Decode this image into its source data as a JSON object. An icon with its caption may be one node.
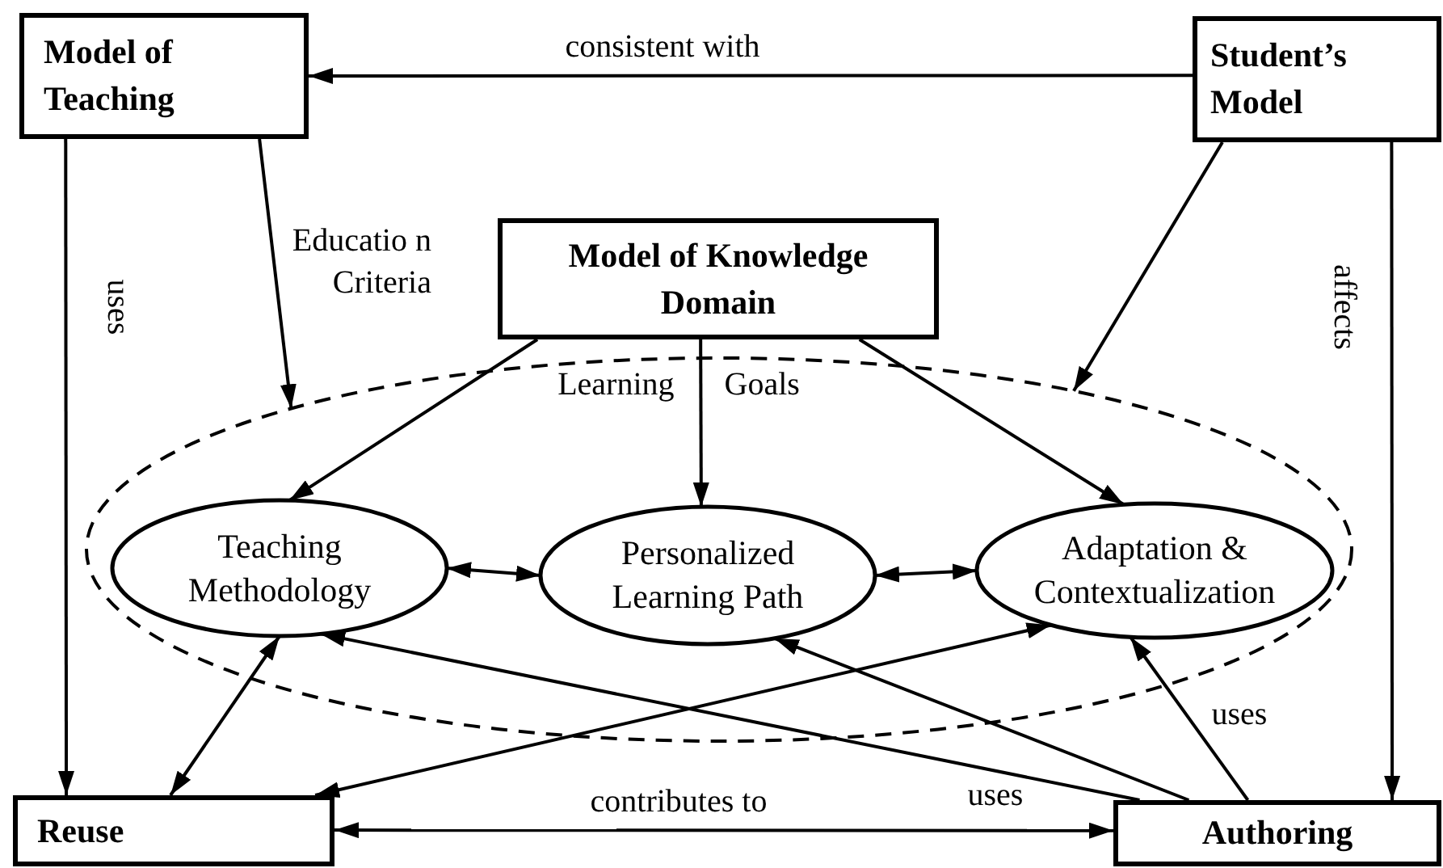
{
  "diagram": {
    "nodes": [
      {
        "text": [
          "Model of Teaching"
        ]
      },
      {
        "text": [
          "Student’s Model"
        ]
      },
      {
        "text": [
          "Model of Knowledge Domain"
        ]
      },
      {
        "text": [],
        "shape": "ellipse"
      },
      {
        "text": [
          "Teaching Methodology"
        ],
        "in": 3
      },
      {
        "text": [
          "Personalized Learning Path"
        ],
        "in": 3
      },
      {
        "text": [
          "Adaptation & Contextualization"
        ],
        "in": 3
      },
      {
        "text": [
          "Reuse"
        ]
      },
      {
        "text": [
          "Authoring"
        ]
      }
    ],
    "edges": [
      {
        "from": 1,
        "to": 0,
        "arrow": "to",
        "label": "consistent with"
      },
      {
        "from": 0,
        "to": 7,
        "arrow": "to",
        "label": "uses"
      },
      {
        "from": 0,
        "to": 3,
        "arrow": "to",
        "label": "Educatio n Criteria"
      },
      {
        "from": 1,
        "to": 3,
        "arrow": "to"
      },
      {
        "from": 1,
        "to": 8,
        "arrow": "to",
        "label": "affects"
      },
      {
        "from": 2,
        "to": 4,
        "arrow": "to"
      },
      {
        "from": 2,
        "to": 5,
        "arrow": "to",
        "label": "Learning Goals"
      },
      {
        "from": 2,
        "to": 6,
        "arrow": "to"
      },
      {
        "from": 4,
        "to": 5,
        "arrow": "both"
      },
      {
        "from": 5,
        "to": 6,
        "arrow": "both"
      },
      {
        "from": 4,
        "to": 7,
        "arrow": "both"
      },
      {
        "from": 8,
        "to": 4,
        "arrow": "to",
        "label": "uses"
      },
      {
        "from": 8,
        "to": 5,
        "arrow": "to"
      },
      {
        "from": 8,
        "to": 6,
        "arrow": "to",
        "label": "uses"
      },
      {
        "from": 7,
        "to": 6,
        "arrow": "both"
      },
      {
        "from": 7,
        "to": 8,
        "arrow": "both",
        "label": "contributes to"
      }
    ]
  }
}
